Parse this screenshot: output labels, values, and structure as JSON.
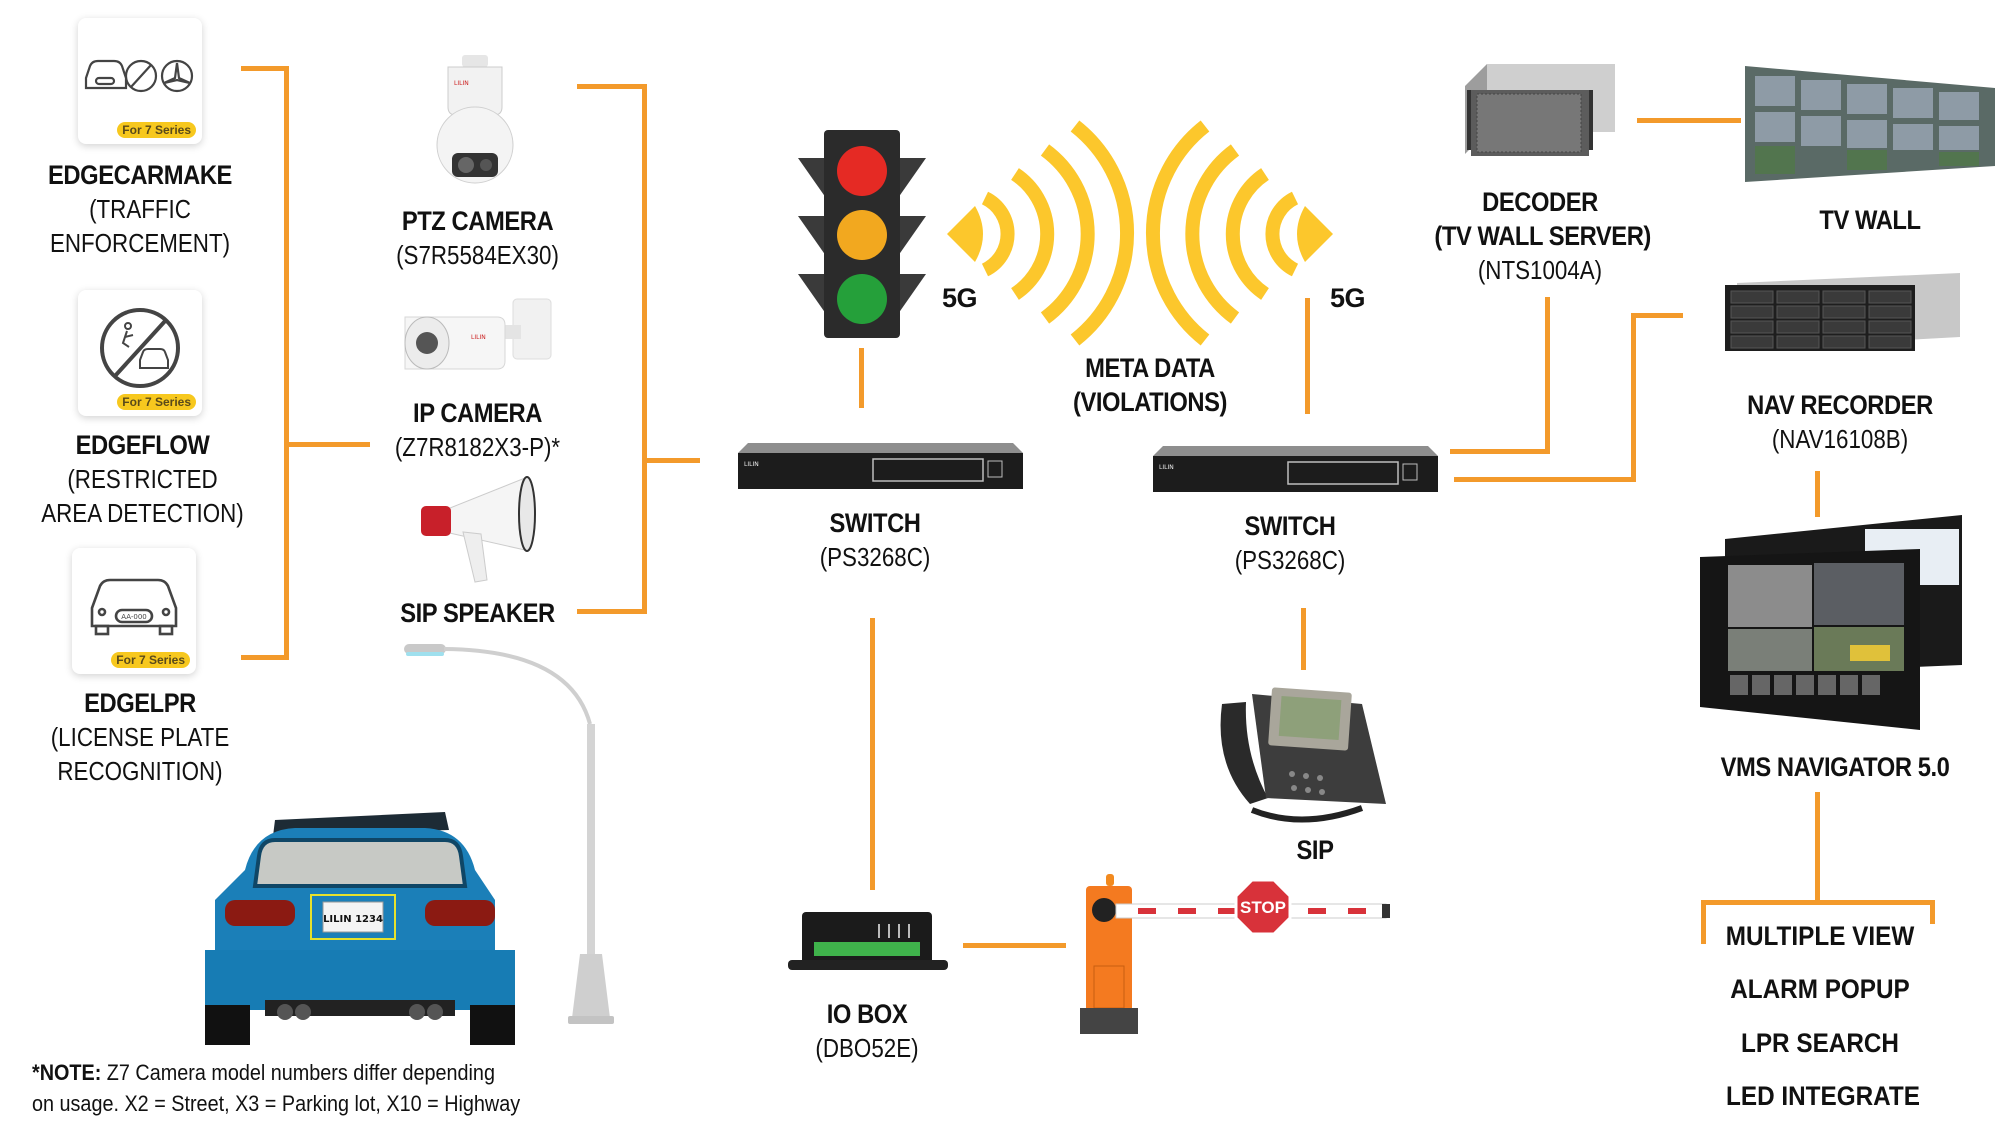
{
  "colors": {
    "connector": "#f39a2b",
    "wireless": "#fcc72c",
    "badge": "#f7c81e"
  },
  "analytics": [
    {
      "name": "EDGECARMAKE",
      "desc1": "(TRAFFIC",
      "desc2": "ENFORCEMENT)",
      "badge": "For 7 Series",
      "icon": "car-make-icon"
    },
    {
      "name": "EDGEFLOW",
      "desc1": "(RESTRICTED",
      "desc2": "AREA DETECTION)",
      "badge": "For 7 Series",
      "icon": "restricted-area-icon"
    },
    {
      "name": "EDGELPR",
      "desc1": "(LICENSE PLATE",
      "desc2": "RECOGNITION)",
      "badge": "For 7 Series",
      "icon": "license-plate-car-icon"
    }
  ],
  "devices": {
    "ptz_camera": {
      "name": "PTZ CAMERA",
      "model": "(S7R5584EX30)"
    },
    "ip_camera": {
      "name": "IP CAMERA",
      "model": "(Z7R8182X3-P)*"
    },
    "sip_speaker": {
      "name": "SIP SPEAKER"
    },
    "switch_left": {
      "name": "SWITCH",
      "model": "(PS3268C)"
    },
    "switch_right": {
      "name": "SWITCH",
      "model": "(PS3268C)"
    },
    "io_box": {
      "name": "IO BOX",
      "model": "(DBO52E)"
    },
    "sip_phone": {
      "name": "SIP"
    },
    "decoder": {
      "name": "DECODER",
      "name2": "(TV WALL SERVER)",
      "model": "(NTS1004A)"
    },
    "tv_wall": {
      "name": "TV WALL"
    },
    "nav_recorder": {
      "name": "NAV RECORDER",
      "model": "(NAV16108B)"
    },
    "vms": {
      "name": "VMS NAVIGATOR 5.0"
    }
  },
  "wireless": {
    "left_label": "5G",
    "right_label": "5G",
    "meta1": "META DATA",
    "meta2": "(VIOLATIONS)"
  },
  "barrier": {
    "sign_text": "STOP"
  },
  "car": {
    "plate_text": "LILIN 1234"
  },
  "vms_features": [
    "MULTIPLE VIEW",
    "ALARM POPUP",
    "LPR SEARCH",
    "LED INTEGRATE"
  ],
  "note": {
    "bold": "*NOTE:",
    "line1": " Z7 Camera model numbers differ depending",
    "line2": "on usage. X2 = Street, X3 = Parking lot, X10 = Highway"
  }
}
